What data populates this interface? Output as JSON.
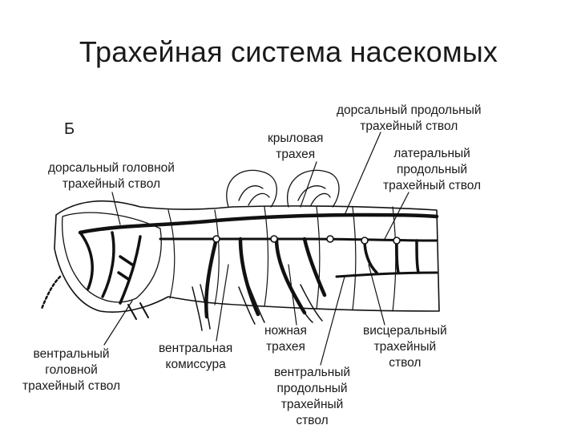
{
  "title": "Трахейная система насекомых",
  "panel_letter": "Б",
  "labels": {
    "dorsal_longitudinal": [
      "дорсальный продольный",
      "трахейный ствол"
    ],
    "wing_trachea": [
      "крыловая",
      "трахея"
    ],
    "dorsal_head": [
      "дорсальный головной",
      "трахейный ствол"
    ],
    "lateral_longitudinal": [
      "латеральный",
      "продольный",
      "трахейный ствол"
    ],
    "ventral_head": [
      "вентральный",
      "головной",
      "трахейный ствол"
    ],
    "ventral_commissure": [
      "вентральная",
      "комиссура"
    ],
    "leg_trachea": [
      "ножная",
      "трахея"
    ],
    "visceral": [
      "висцеральный",
      "трахейный",
      "ствол"
    ],
    "ventral_longitudinal": [
      "вентральный",
      "продольный",
      "трахейный",
      "ствол"
    ]
  }
}
